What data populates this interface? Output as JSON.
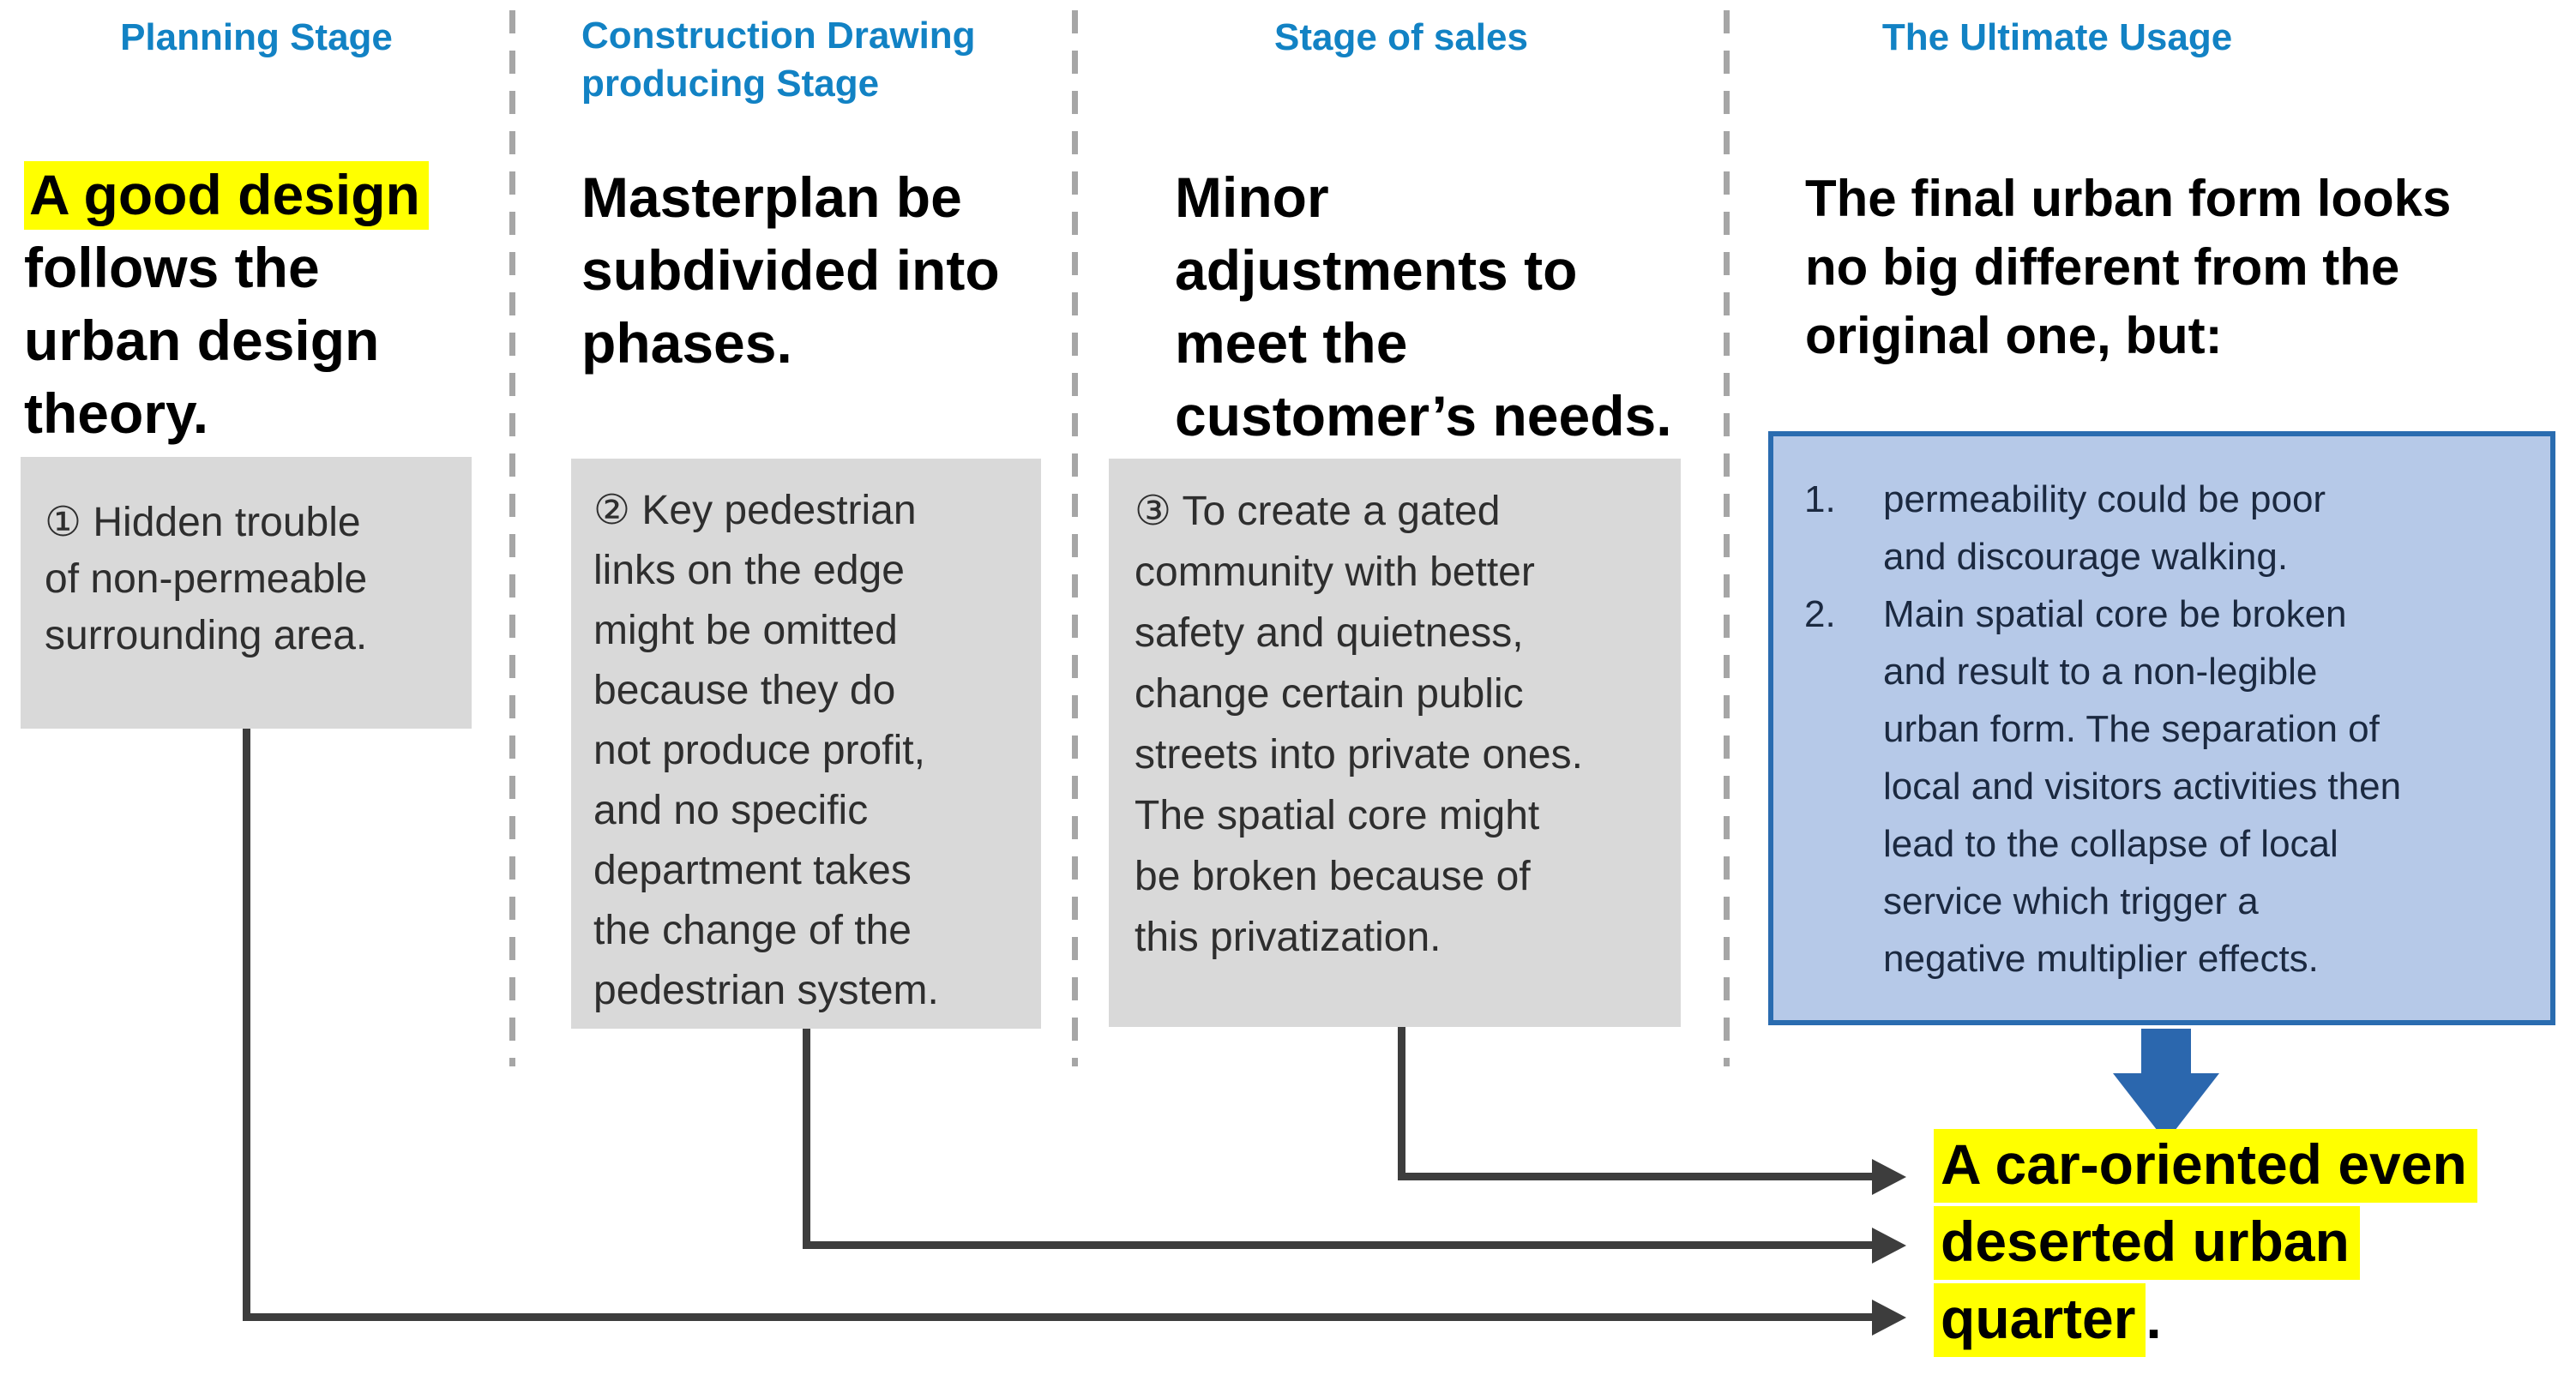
{
  "columns": [
    {
      "heading": "Planning Stage",
      "statement_highlight": "A good design",
      "statement_rest": "\nfollows the\nurban design\ntheory.",
      "box_text": "① Hidden trouble\nof non-permeable\nsurrounding area."
    },
    {
      "heading": "Construction Drawing\nproducing Stage",
      "statement": "Masterplan be\nsubdivided into\nphases.",
      "box_text": "② Key pedestrian\nlinks on the edge\nmight be omitted\nbecause they do\nnot produce profit,\nand no specific\ndepartment takes\nthe change of the\npedestrian system."
    },
    {
      "heading": "Stage of sales",
      "statement": "Minor\nadjustments to\nmeet the\ncustomer’s needs.",
      "box_text": "③ To create a gated\ncommunity with better\nsafety and quietness,\nchange certain public\nstreets into private ones.\nThe spatial core might\nbe broken because of\nthis privatization."
    },
    {
      "heading": "The Ultimate Usage",
      "statement": "The final urban form looks\nno big different from the\noriginal one, but:",
      "list": [
        {
          "num": "1.",
          "text": "permeability could be poor\nand discourage walking."
        },
        {
          "num": "2.",
          "text": "Main spatial core be broken\nand result to a non-legible\nurban form. The separation of\nlocal and visitors activities then\nlead to the collapse of local\nservice which trigger a\nnegative multiplier effects."
        }
      ]
    }
  ],
  "conclusion": {
    "line1": "A car-oriented even",
    "line2": "deserted urban",
    "line3_highlight": "quarter",
    "line3_suffix": "."
  },
  "colors": {
    "heading_blue": "#1282c4",
    "gray_box_fill": "#d9d9d9",
    "blue_box_fill": "#b6c9e8",
    "blue_box_border": "#2a6cb0",
    "blue_box_text": "#1b2940",
    "highlight_yellow": "#ffff00",
    "connector_gray": "#3d3d3d",
    "arrow_blue": "#2b67ae"
  }
}
